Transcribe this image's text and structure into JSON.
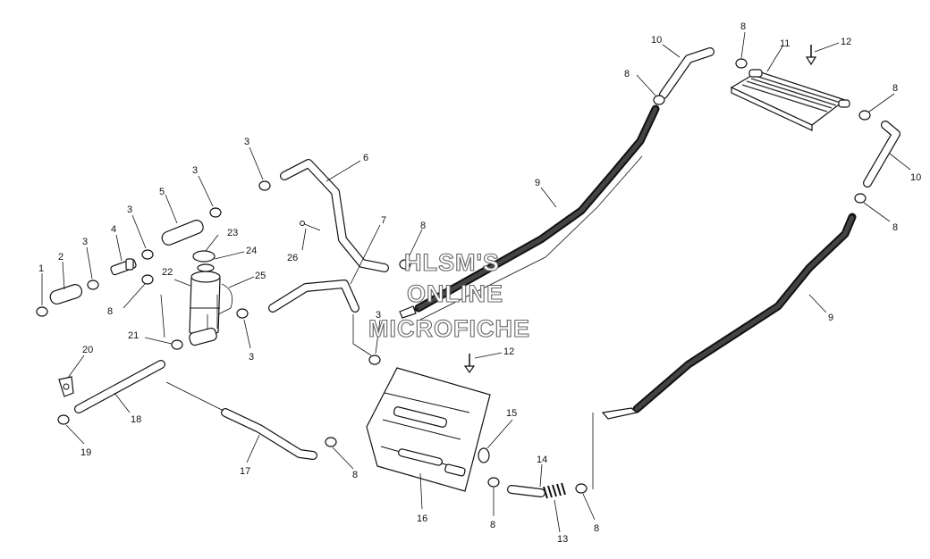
{
  "diagram": {
    "watermark": {
      "line1": "HLSM'S",
      "line2": "ONLINE",
      "line3": "MICROFICHE"
    },
    "callouts": [
      {
        "id": "c1",
        "label": "1"
      },
      {
        "id": "c2",
        "label": "2"
      },
      {
        "id": "c3a",
        "label": "3"
      },
      {
        "id": "c3b",
        "label": "3"
      },
      {
        "id": "c3c",
        "label": "3"
      },
      {
        "id": "c3d",
        "label": "3"
      },
      {
        "id": "c3e",
        "label": "3"
      },
      {
        "id": "c3f",
        "label": "3"
      },
      {
        "id": "c4",
        "label": "4"
      },
      {
        "id": "c5",
        "label": "5"
      },
      {
        "id": "c6",
        "label": "6"
      },
      {
        "id": "c7",
        "label": "7"
      },
      {
        "id": "c8a",
        "label": "8"
      },
      {
        "id": "c8b",
        "label": "8"
      },
      {
        "id": "c8c",
        "label": "8"
      },
      {
        "id": "c8d",
        "label": "8"
      },
      {
        "id": "c8e",
        "label": "8"
      },
      {
        "id": "c8f",
        "label": "8"
      },
      {
        "id": "c8g",
        "label": "8"
      },
      {
        "id": "c8h",
        "label": "8"
      },
      {
        "id": "c8i",
        "label": "8"
      },
      {
        "id": "c9a",
        "label": "9"
      },
      {
        "id": "c9b",
        "label": "9"
      },
      {
        "id": "c10a",
        "label": "10"
      },
      {
        "id": "c10b",
        "label": "10"
      },
      {
        "id": "c11",
        "label": "11"
      },
      {
        "id": "c12a",
        "label": "12"
      },
      {
        "id": "c12b",
        "label": "12"
      },
      {
        "id": "c13",
        "label": "13"
      },
      {
        "id": "c14",
        "label": "14"
      },
      {
        "id": "c15",
        "label": "15"
      },
      {
        "id": "c16",
        "label": "16"
      },
      {
        "id": "c17",
        "label": "17"
      },
      {
        "id": "c18",
        "label": "18"
      },
      {
        "id": "c19",
        "label": "19"
      },
      {
        "id": "c20",
        "label": "20"
      },
      {
        "id": "c21",
        "label": "21"
      },
      {
        "id": "c22",
        "label": "22"
      },
      {
        "id": "c23",
        "label": "23"
      },
      {
        "id": "c24",
        "label": "24"
      },
      {
        "id": "c25",
        "label": "25"
      },
      {
        "id": "c26",
        "label": "26"
      }
    ]
  }
}
